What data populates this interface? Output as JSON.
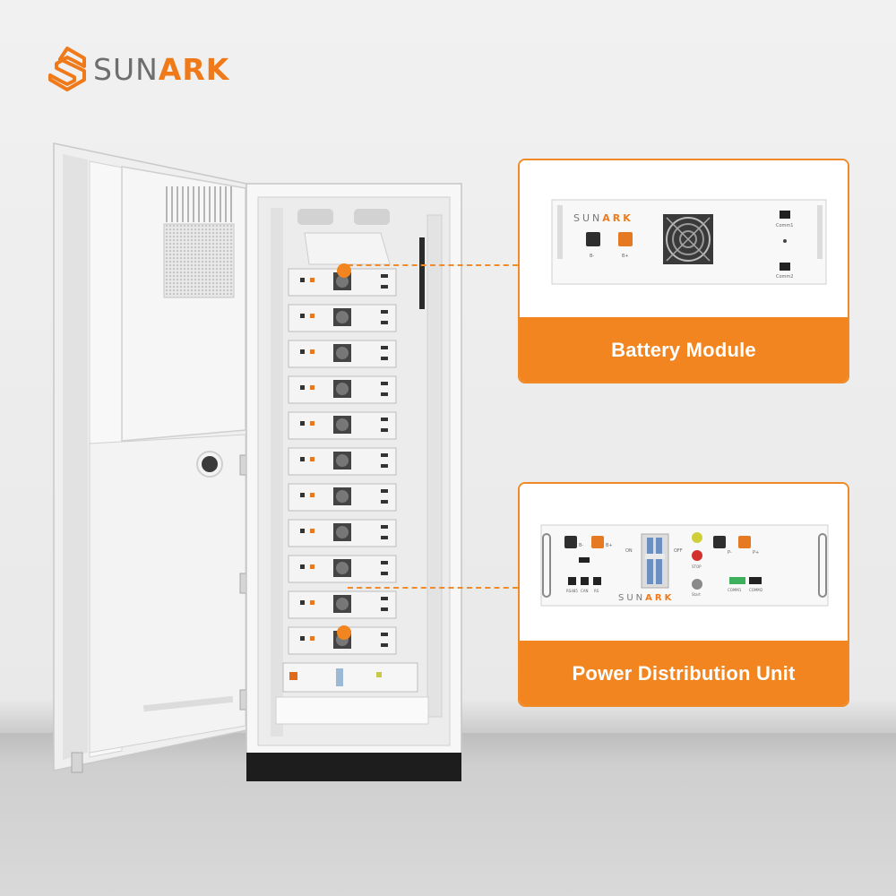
{
  "brand": {
    "name_part1": "SUN",
    "name_part2": "ARK",
    "colors": {
      "text_gray": "#6e6e6e",
      "accent_orange": "#f07a1a"
    }
  },
  "callouts": [
    {
      "label": "Battery Module",
      "icon": "battery-module-image"
    },
    {
      "label": "Power Distribution Unit",
      "icon": "power-distribution-unit-image"
    }
  ],
  "module_panel": {
    "brand_part1": "SUN",
    "brand_part2": "ARK",
    "port_labels": [
      "B-",
      "B+"
    ],
    "comm_labels": [
      "Comm1",
      "Comm2"
    ]
  },
  "pdu_panel": {
    "brand_part1": "SUN",
    "brand_part2": "ARK",
    "port_labels": [
      "B-",
      "B+",
      "P-",
      "P+"
    ],
    "switch_labels": [
      "ON",
      "OFF"
    ],
    "comm_labels": [
      "COMM1",
      "COMM2"
    ],
    "small_labels": [
      "RS485",
      "CAN",
      "RS"
    ],
    "button_labels": [
      "STOP",
      "Start"
    ]
  },
  "colors": {
    "card_border": "#f18a26",
    "card_fill": "#f28520",
    "cabinet_white": "#f7f7f7"
  }
}
